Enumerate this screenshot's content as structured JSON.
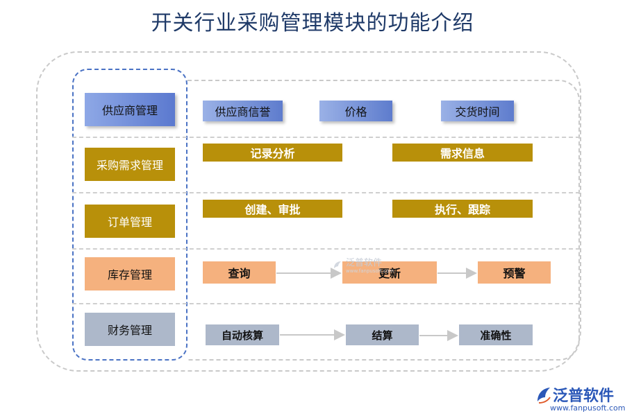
{
  "title": "开关行业采购管理模块的功能介绍",
  "categories": [
    {
      "label": "供应商管理"
    },
    {
      "label": "采购需求管理"
    },
    {
      "label": "订单管理"
    },
    {
      "label": "库存管理"
    },
    {
      "label": "财务管理"
    }
  ],
  "rows": [
    {
      "items": [
        "供应商信誉",
        "价格",
        "交货时间"
      ]
    },
    {
      "items": [
        "记录分析",
        "需求信息"
      ]
    },
    {
      "items": [
        "创建、审批",
        "执行、跟踪"
      ]
    },
    {
      "items": [
        "查询",
        "更新",
        "预警"
      ]
    },
    {
      "items": [
        "自动核算",
        "结算",
        "准确性"
      ]
    }
  ],
  "watermark": {
    "text": "泛普软件",
    "sub": "www.fanpusoft.com"
  },
  "brand": {
    "name": "泛普软件",
    "url": "www.fanpusoft.com"
  },
  "colors": {
    "title": "#1f3a68",
    "blue_accent": "#5b79cf",
    "gold": "#b8900a",
    "orange": "#f5b17e",
    "gray": "#adb8ca",
    "arrow": "#c8c8c8",
    "brand": "#2b58b8"
  }
}
